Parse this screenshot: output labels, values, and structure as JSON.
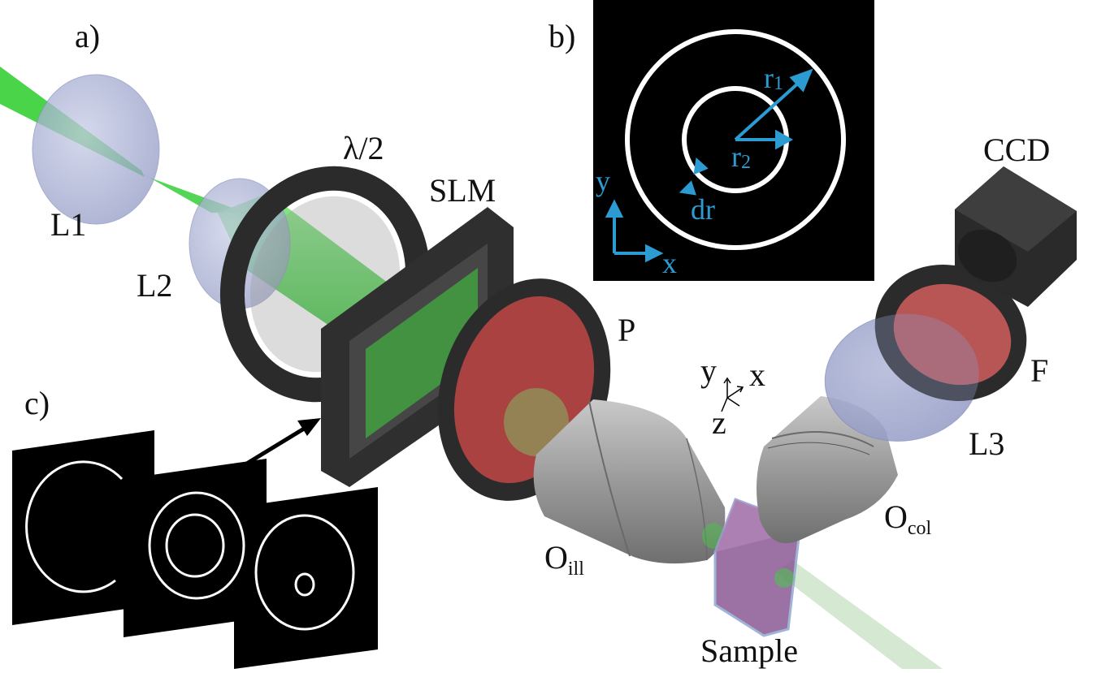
{
  "panel_labels": {
    "a": "a)",
    "b": "b)",
    "c": "c)"
  },
  "components": {
    "lens1": "L1",
    "lens2": "L2",
    "half_wave_plate": "λ/2",
    "slm": "SLM",
    "polarizer": "P",
    "objective_ill_main": "O",
    "objective_ill_sub": "ill",
    "sample": "Sample",
    "objective_col_main": "O",
    "objective_col_sub": "col",
    "lens3": "L3",
    "filter": "F",
    "camera": "CCD"
  },
  "axes_3d": {
    "y": "y",
    "x": "x",
    "z": "z"
  },
  "inset_b": {
    "r1_main": "r",
    "r1_sub": "1",
    "r2_main": "r",
    "r2_sub": "2",
    "dr": "dr",
    "axis_x": "x",
    "axis_y": "y"
  },
  "colors": {
    "beam": "#3fd23f",
    "lens": "#a9b0d4",
    "mount": "#2b2b2b",
    "filter": "#b84545",
    "objective": "#8c8c8c",
    "sample": "#8a5a93",
    "annotation": "#2b9bd2"
  }
}
